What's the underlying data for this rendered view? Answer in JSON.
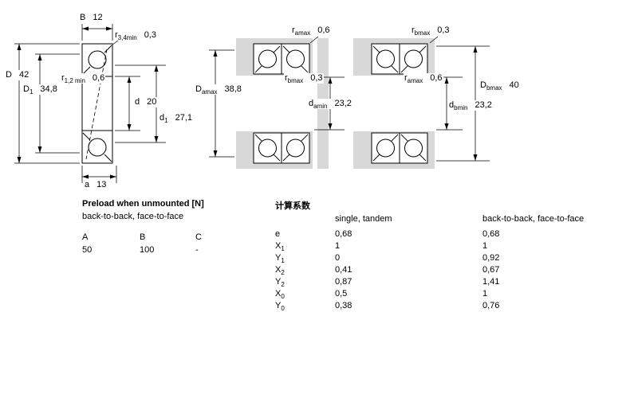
{
  "colors": {
    "line": "#000000",
    "shading": "#d8d8d8",
    "background": "#ffffff"
  },
  "drawing": {
    "B": {
      "sym": "B",
      "sub": "",
      "val": "12"
    },
    "r34": {
      "sym": "r",
      "sub": "3,4min",
      "val": "0,3"
    },
    "D": {
      "sym": "D",
      "sub": "",
      "val": "42"
    },
    "D1": {
      "sym": "D",
      "sub": "1",
      "val": "34,8"
    },
    "r12": {
      "sym": "r",
      "sub": "1,2 min",
      "val": "0,6"
    },
    "d": {
      "sym": "d",
      "sub": "",
      "val": "20"
    },
    "d1": {
      "sym": "d",
      "sub": "1",
      "val": "27,1"
    },
    "a": {
      "sym": "a",
      "sub": "",
      "val": "13"
    }
  },
  "arr1": {
    "r_top": {
      "sym": "r",
      "sub": "amax",
      "val": "0,6"
    },
    "r_mid": {
      "sym": "r",
      "sub": "bmax",
      "val": "0,3"
    },
    "D_left": {
      "sym": "D",
      "sub": "amax",
      "val": "38,8"
    },
    "d_mid": {
      "sym": "d",
      "sub": "amin",
      "val": "23,2"
    }
  },
  "arr2": {
    "r_top": {
      "sym": "r",
      "sub": "bmax",
      "val": "0,3"
    },
    "r_mid": {
      "sym": "r",
      "sub": "amax",
      "val": "0,6"
    },
    "D_right": {
      "sym": "D",
      "sub": "bmax",
      "val": "40"
    },
    "d_mid": {
      "sym": "d",
      "sub": "bmin",
      "val": "23,2"
    }
  },
  "preload": {
    "title": "Preload when unmounted [N]",
    "subtitle": "back-to-back, face-to-face",
    "headers": [
      "A",
      "B",
      "C"
    ],
    "values": [
      "50",
      "100",
      "-"
    ]
  },
  "factors": {
    "title": "计算系数",
    "col1_header": "single, tandem",
    "col2_header": "back-to-back, face-to-face",
    "rows": [
      {
        "sym": "e",
        "sub": "",
        "v1": "0,68",
        "v2": "0,68"
      },
      {
        "sym": "X",
        "sub": "1",
        "v1": "1",
        "v2": "1"
      },
      {
        "sym": "Y",
        "sub": "1",
        "v1": "0",
        "v2": "0,92"
      },
      {
        "sym": "X",
        "sub": "2",
        "v1": "0,41",
        "v2": "0,67"
      },
      {
        "sym": "Y",
        "sub": "2",
        "v1": "0,87",
        "v2": "1,41"
      },
      {
        "sym": "X",
        "sub": "0",
        "v1": "0,5",
        "v2": "1"
      },
      {
        "sym": "Y",
        "sub": "0",
        "v1": "0,38",
        "v2": "0,76"
      }
    ]
  }
}
